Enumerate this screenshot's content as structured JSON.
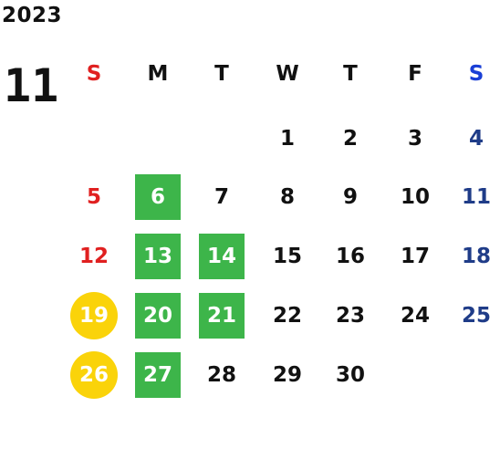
{
  "year": "2023",
  "month": "11",
  "colors": {
    "sunday_red": "#e02020",
    "saturday_header_blue": "#1a3fd6",
    "saturday_blue": "#1f3c88",
    "default_text": "#111111",
    "highlight_green": "#3db54a",
    "highlight_yellow": "#fad30a"
  },
  "weekdays": [
    "S",
    "M",
    "T",
    "W",
    "T",
    "F",
    "S"
  ],
  "weeks": [
    [
      {
        "day": ""
      },
      {
        "day": ""
      },
      {
        "day": ""
      },
      {
        "day": "1"
      },
      {
        "day": "2"
      },
      {
        "day": "3"
      },
      {
        "day": "4"
      }
    ],
    [
      {
        "day": "5"
      },
      {
        "day": "6",
        "highlight": "green"
      },
      {
        "day": "7"
      },
      {
        "day": "8"
      },
      {
        "day": "9"
      },
      {
        "day": "10"
      },
      {
        "day": "11"
      }
    ],
    [
      {
        "day": "12"
      },
      {
        "day": "13",
        "highlight": "green"
      },
      {
        "day": "14",
        "highlight": "green"
      },
      {
        "day": "15"
      },
      {
        "day": "16"
      },
      {
        "day": "17"
      },
      {
        "day": "18"
      }
    ],
    [
      {
        "day": "19",
        "highlight": "yellow"
      },
      {
        "day": "20",
        "highlight": "green"
      },
      {
        "day": "21",
        "highlight": "green"
      },
      {
        "day": "22"
      },
      {
        "day": "23"
      },
      {
        "day": "24"
      },
      {
        "day": "25"
      }
    ],
    [
      {
        "day": "26",
        "highlight": "yellow"
      },
      {
        "day": "27",
        "highlight": "green"
      },
      {
        "day": "28"
      },
      {
        "day": "29"
      },
      {
        "day": "30"
      },
      {
        "day": ""
      },
      {
        "day": ""
      }
    ]
  ]
}
